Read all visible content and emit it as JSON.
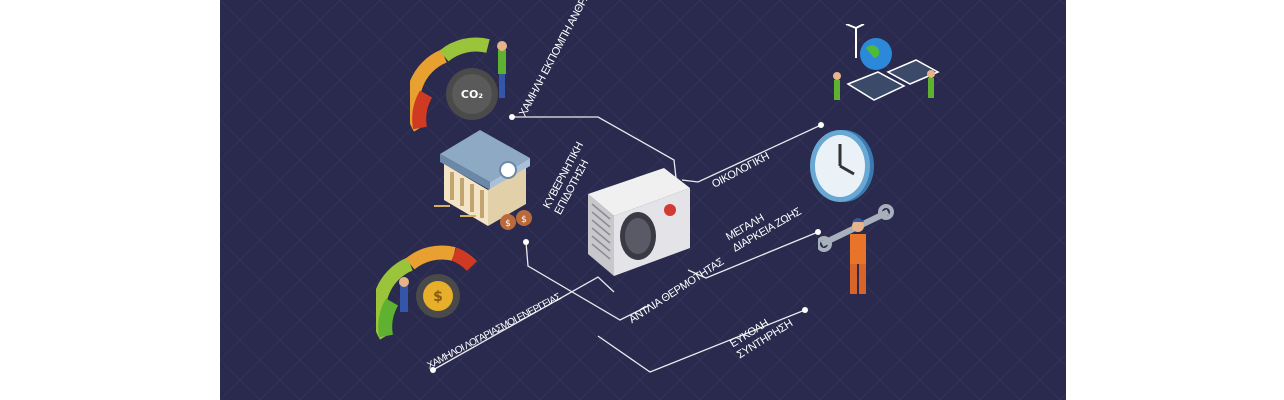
{
  "labels": {
    "low_carbon": "ΧΑΜΗΛΗ ΕΚΠΟΜΠΗ ΑΝΘΡΑΚΑ",
    "subsidy_line1": "ΚΥΒΕΡΝΗΤΙΚΗ",
    "subsidy_line2": "ΕΠΙΔΟΤΗΣΗ",
    "low_bills": "ΧΑΜΗΛΟΙ ΛΟΓΑΡΙΑΣΜΟΙ ΕΝΕΡΓΕΙΑΣ",
    "heat_pump": "ΑΝΤΛΙΑ ΘΕΡΜΟΤΗΤΑΣ",
    "eco": "ΟΙΚΟΛΟΓΙΚΗ",
    "durability_line1": "ΜΕΓΑΛΗ",
    "durability_line2": "ΔΙΑΡΚΕΙΑ ΖΩΗΣ",
    "maintenance_line1": "ΕΥΚΟΛΗ",
    "maintenance_line2": "ΣΥΝΤΗΡΗΣΗ"
  },
  "icons": {
    "co2_gauge": "co2-gauge-icon",
    "co2_text": "CO₂",
    "bank": "bank-building-icon",
    "money_gauge": "money-gauge-icon",
    "dollar_symbol": "$",
    "heat_pump_unit": "heat-pump-unit-icon",
    "earth_solar": "earth-solar-panels-icon",
    "clock": "clock-icon",
    "worker_wrench": "worker-wrench-icon"
  },
  "colors": {
    "background": "#2a2a4e",
    "lines": "#ffffff",
    "grid": "#3a3a60"
  }
}
